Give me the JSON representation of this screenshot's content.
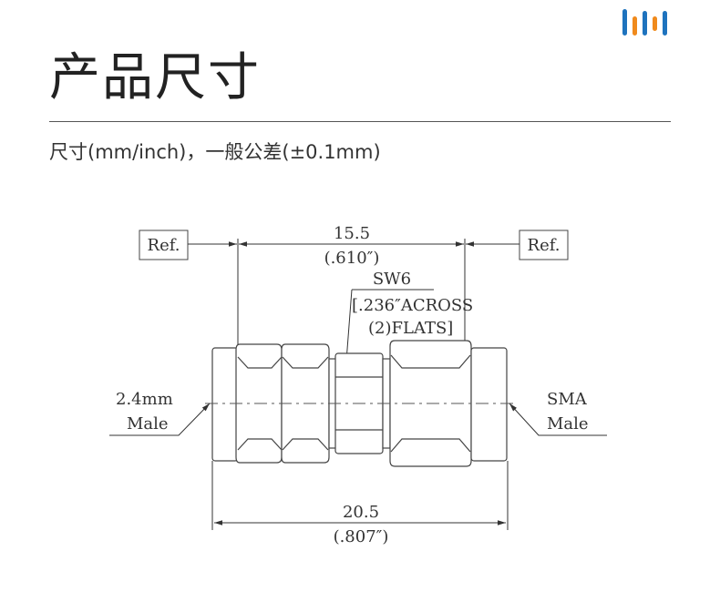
{
  "page": {
    "title": "产品尺寸",
    "subtitle": "尺寸(mm/inch)，一般公差(±0.1mm)"
  },
  "logo": {
    "icon": "brand-bars-icon",
    "colors": [
      "#1e73be",
      "#f08a1c"
    ]
  },
  "drawing": {
    "ref_left": "Ref.",
    "ref_right": "Ref.",
    "length_mm": "15.5",
    "length_in": "(.610″)",
    "wrench_size": "SW6",
    "wrench_note_1": "[.236″ACROSS",
    "wrench_note_2": "(2)FLATS]",
    "left_connector_1": "2.4mm",
    "left_connector_2": "Male",
    "right_connector_1": "SMA",
    "right_connector_2": "Male",
    "total_mm": "20.5",
    "total_in": "(.807″)"
  }
}
